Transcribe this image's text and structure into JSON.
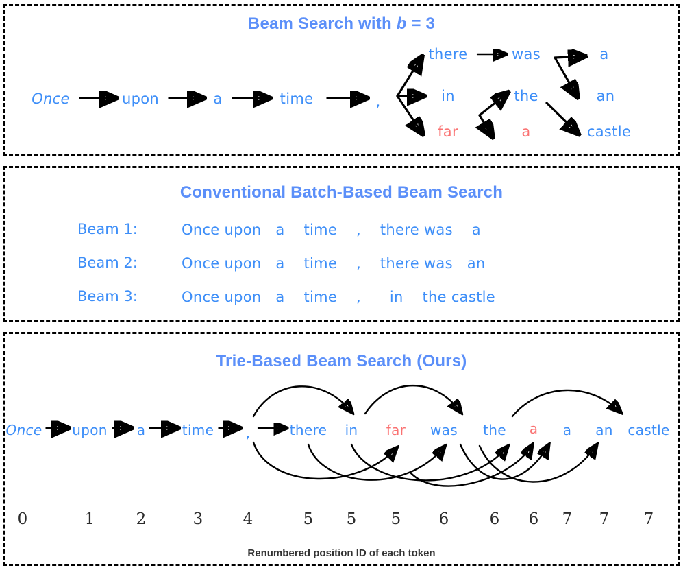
{
  "figure": {
    "background": "#ffffff",
    "accent_blue": "#3d8ef8",
    "title_blue": "#5b8ff9",
    "accent_red": "#fa7272",
    "arrow_color": "#000000"
  },
  "panels": {
    "top": {
      "title_prefix": "Beam Search with ",
      "title_var": "b",
      "title_suffix": " = 3",
      "prefix_tokens": [
        {
          "text": "Once",
          "style": "italic",
          "color": "blue"
        },
        {
          "text": "upon",
          "style": "normal",
          "color": "blue"
        },
        {
          "text": "a",
          "style": "normal",
          "color": "blue"
        },
        {
          "text": "time",
          "style": "normal",
          "color": "blue"
        },
        {
          "text": ",",
          "style": "normal",
          "color": "blue"
        }
      ],
      "branch_rows": [
        {
          "row": "top",
          "tokens": [
            {
              "text": "there",
              "color": "blue"
            },
            {
              "text": "was",
              "color": "blue"
            },
            {
              "text": "a",
              "color": "blue"
            }
          ]
        },
        {
          "row": "middle",
          "tokens": [
            {
              "text": "in",
              "color": "blue"
            },
            {
              "text": "the",
              "color": "blue"
            },
            {
              "text": "an",
              "color": "blue"
            }
          ]
        },
        {
          "row": "bottom",
          "tokens": [
            {
              "text": "far",
              "color": "red"
            },
            {
              "text": "a",
              "color": "red"
            },
            {
              "text": "castle",
              "color": "blue"
            }
          ]
        }
      ]
    },
    "middle": {
      "title": "Conventional Batch-Based Beam Search",
      "rows": [
        {
          "label": "Beam 1:",
          "sequence": "Once upon   a    time    ,    there was    a"
        },
        {
          "label": "Beam 2:",
          "sequence": "Once upon   a    time    ,    there was   an"
        },
        {
          "label": "Beam 3:",
          "sequence": "Once upon   a    time    ,      in    the castle"
        }
      ]
    },
    "bottom": {
      "title": "Trie-Based Beam Search (Ours)",
      "caption": "Renumbered position ID of each token",
      "tokens": [
        {
          "text": "Once",
          "color": "blue",
          "style": "italic",
          "pos_id": "0"
        },
        {
          "text": "upon",
          "color": "blue",
          "style": "normal",
          "pos_id": "1"
        },
        {
          "text": "a",
          "color": "blue",
          "style": "normal",
          "pos_id": "2"
        },
        {
          "text": "time",
          "color": "blue",
          "style": "normal",
          "pos_id": "3"
        },
        {
          "text": ",",
          "color": "blue",
          "style": "normal",
          "pos_id": "4"
        },
        {
          "text": "there",
          "color": "blue",
          "style": "normal",
          "pos_id": "5"
        },
        {
          "text": "in",
          "color": "blue",
          "style": "normal",
          "pos_id": "5"
        },
        {
          "text": "far",
          "color": "red",
          "style": "normal",
          "pos_id": "5"
        },
        {
          "text": "was",
          "color": "blue",
          "style": "normal",
          "pos_id": "6"
        },
        {
          "text": "the",
          "color": "blue",
          "style": "normal",
          "pos_id": "6"
        },
        {
          "text": "a",
          "color": "red",
          "style": "normal",
          "pos_id": "6"
        },
        {
          "text": "a",
          "color": "blue",
          "style": "normal",
          "pos_id": "7"
        },
        {
          "text": "an",
          "color": "blue",
          "style": "normal",
          "pos_id": "7"
        },
        {
          "text": "castle",
          "color": "blue",
          "style": "normal",
          "pos_id": "7"
        }
      ],
      "position_ids": [
        "0",
        "1",
        "2",
        "3",
        "4",
        "5",
        "5",
        "5",
        "6",
        "6",
        "6",
        "7",
        "7",
        "7"
      ]
    }
  }
}
